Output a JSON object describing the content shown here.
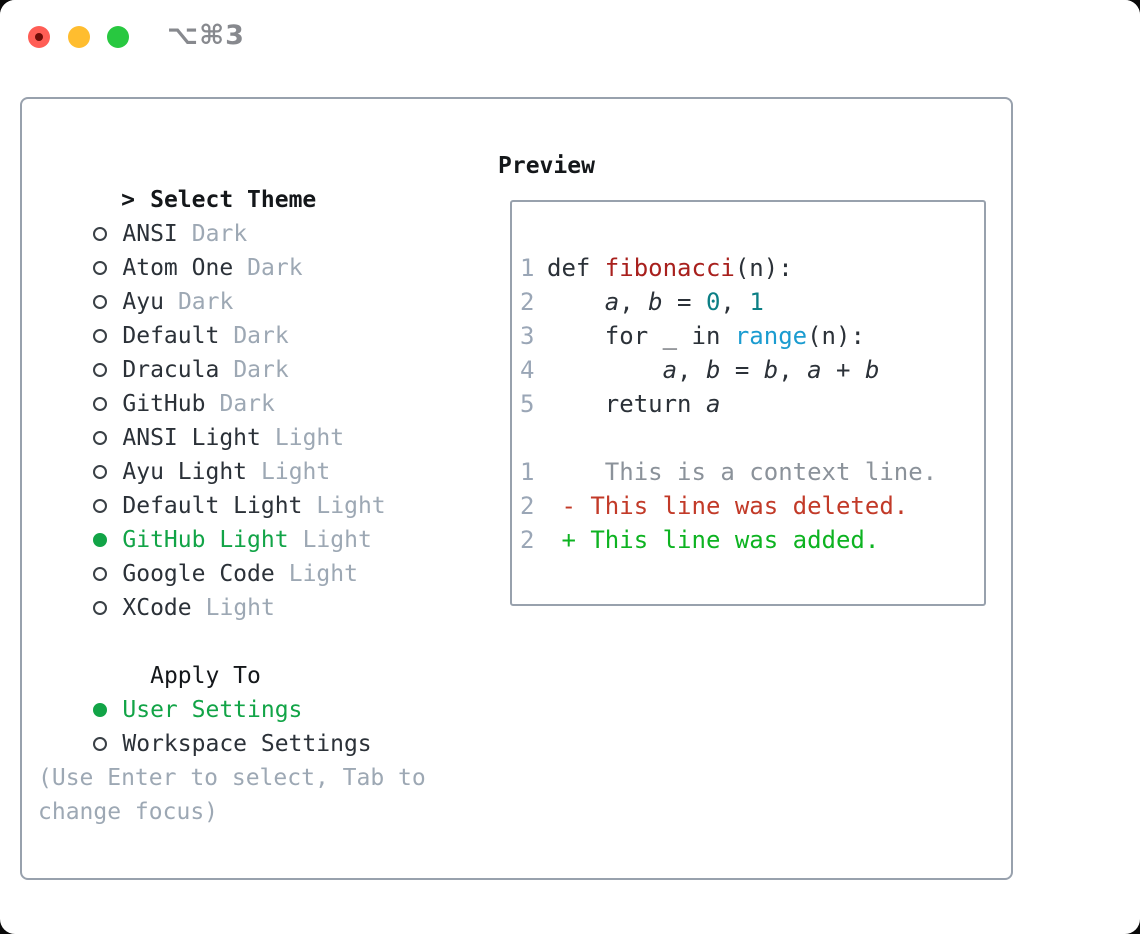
{
  "window": {
    "title": "⌥⌘3"
  },
  "theme_menu": {
    "header": {
      "prompt": ">",
      "label": "Select Theme"
    },
    "items": [
      {
        "name": "ANSI",
        "variant": "Dark",
        "selected": false
      },
      {
        "name": "Atom One",
        "variant": "Dark",
        "selected": false
      },
      {
        "name": "Ayu",
        "variant": "Dark",
        "selected": false
      },
      {
        "name": "Default",
        "variant": "Dark",
        "selected": false
      },
      {
        "name": "Dracula",
        "variant": "Dark",
        "selected": false
      },
      {
        "name": "GitHub",
        "variant": "Dark",
        "selected": false
      },
      {
        "name": "ANSI Light",
        "variant": "Light",
        "selected": false
      },
      {
        "name": "Ayu Light",
        "variant": "Light",
        "selected": false
      },
      {
        "name": "Default Light",
        "variant": "Light",
        "selected": false
      },
      {
        "name": "GitHub Light",
        "variant": "Light",
        "selected": true
      },
      {
        "name": "Google Code",
        "variant": "Light",
        "selected": false
      },
      {
        "name": "XCode",
        "variant": "Light",
        "selected": false
      }
    ],
    "apply_to": {
      "label": "Apply To",
      "options": [
        {
          "label": "User Settings",
          "selected": true
        },
        {
          "label": "Workspace Settings",
          "selected": false
        }
      ]
    },
    "hint": "(Use Enter to select, Tab to change focus)"
  },
  "preview": {
    "title": "Preview",
    "lines": [
      {
        "gutter": "1",
        "tokens": [
          {
            "t": "def ",
            "c": "code"
          },
          {
            "t": "fibonacci",
            "c": "func"
          },
          {
            "t": "(n):",
            "c": "code"
          }
        ]
      },
      {
        "gutter": "2",
        "tokens": [
          {
            "t": "    ",
            "c": "code"
          },
          {
            "t": "a",
            "c": "var"
          },
          {
            "t": ", ",
            "c": "code"
          },
          {
            "t": "b",
            "c": "var"
          },
          {
            "t": " = ",
            "c": "code"
          },
          {
            "t": "0",
            "c": "num"
          },
          {
            "t": ", ",
            "c": "code"
          },
          {
            "t": "1",
            "c": "num"
          }
        ]
      },
      {
        "gutter": "3",
        "tokens": [
          {
            "t": "    for _ in ",
            "c": "code"
          },
          {
            "t": "range",
            "c": "builtin"
          },
          {
            "t": "(n):",
            "c": "code"
          }
        ]
      },
      {
        "gutter": "4",
        "tokens": [
          {
            "t": "        ",
            "c": "code"
          },
          {
            "t": "a",
            "c": "var"
          },
          {
            "t": ", ",
            "c": "code"
          },
          {
            "t": "b",
            "c": "var"
          },
          {
            "t": " = ",
            "c": "code"
          },
          {
            "t": "b",
            "c": "var"
          },
          {
            "t": ", ",
            "c": "code"
          },
          {
            "t": "a",
            "c": "var"
          },
          {
            "t": " + ",
            "c": "code"
          },
          {
            "t": "b",
            "c": "var"
          }
        ]
      },
      {
        "gutter": "5",
        "tokens": [
          {
            "t": "    return ",
            "c": "code"
          },
          {
            "t": "a",
            "c": "var"
          }
        ]
      },
      {
        "gutter": "",
        "tokens": []
      },
      {
        "gutter": "1",
        "tokens": [
          {
            "t": "    This is a context line.",
            "c": "ctx"
          }
        ]
      },
      {
        "gutter": "2",
        "tokens": [
          {
            "t": " - This line was deleted.",
            "c": "del"
          }
        ]
      },
      {
        "gutter": "2",
        "tokens": [
          {
            "t": " + This line was added.",
            "c": "add"
          }
        ]
      }
    ]
  },
  "colors": {
    "accent_green": "#12a447",
    "added_green": "#0db321",
    "deleted_red": "#c23a28",
    "context_gray": "#8b929a",
    "function_red": "#a8201d",
    "number_teal": "#0c7f85",
    "builtin_blue": "#1b9cd0",
    "muted_gray": "#9da8b4",
    "gutter_gray": "#9aa6b6",
    "ink": "#14171a",
    "ink_soft": "#2b3138",
    "border_gray": "#98a1ad",
    "title_gray": "#87898e",
    "light_red": "#ff5d55",
    "light_yellow": "#ffbd2f",
    "light_green": "#28c840"
  }
}
